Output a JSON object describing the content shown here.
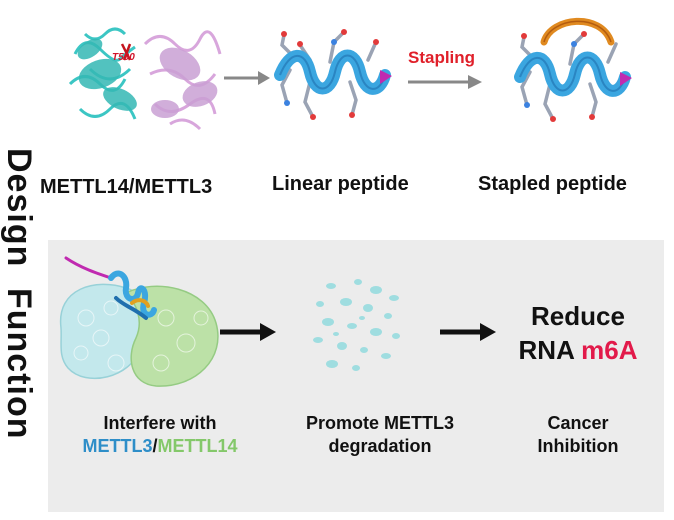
{
  "design": {
    "section_label": "Design",
    "protein_complex_label": "METTL14/METTL3",
    "residue_label": "T590",
    "linear_label": "Linear peptide",
    "stapling_label": "Stapling",
    "stapled_label": "Stapled peptide"
  },
  "function": {
    "section_label": "Function",
    "interfere_prefix": "Interfere with",
    "interfere_mettl3": "METTL3",
    "interfere_sep": "/",
    "interfere_mettl14": "METTL14",
    "promote_line1": "Promote METTL3",
    "promote_line2": "degradation",
    "reduce_line1": "Reduce",
    "reduce_rna": "RNA",
    "reduce_m6a": "m6A",
    "cancer_line1": "Cancer",
    "cancer_line2": "Inhibition"
  },
  "colors": {
    "helix": "#3ba6e0",
    "mettl3": "#2e8ec8",
    "mettl14": "#84c86a",
    "m6a": "#e21a4a",
    "stapling": "#e0202a",
    "staple": "#e08a20",
    "panel": "#ececec"
  }
}
